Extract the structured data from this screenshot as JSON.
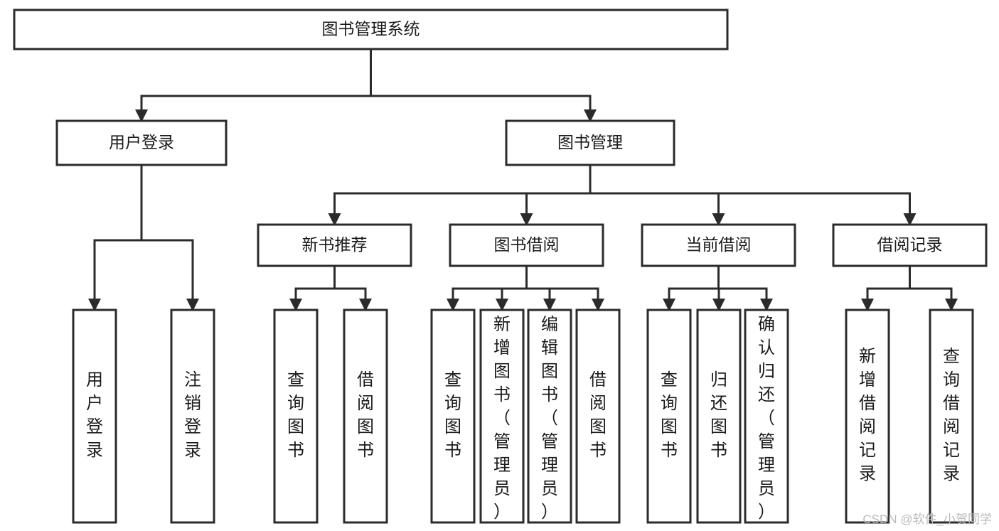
{
  "diagram": {
    "kind": "tree-hierarchy-chart",
    "title": "图书管理系统",
    "colors": {
      "stroke": "#2b2b2b",
      "box_fill": "#ffffff",
      "text": "#1a1a1a",
      "background": "#ffffff",
      "watermark": "#b9b9b9"
    },
    "levels": {
      "root": {
        "label": "图书管理系统"
      },
      "level2": [
        {
          "id": "user-login",
          "label": "用户登录"
        },
        {
          "id": "book-management",
          "label": "图书管理"
        }
      ],
      "level3": [
        {
          "id": "new-book-recommend",
          "label": "新书推荐",
          "parent": "book-management"
        },
        {
          "id": "book-borrow",
          "label": "图书借阅",
          "parent": "book-management"
        },
        {
          "id": "current-borrow",
          "label": "当前借阅",
          "parent": "book-management"
        },
        {
          "id": "borrow-record",
          "label": "借阅记录",
          "parent": "book-management"
        }
      ],
      "leaves": [
        {
          "id": "leaf-user-login",
          "label": "用户登录",
          "parent": "user-login"
        },
        {
          "id": "leaf-logout-login",
          "label": "注销登录",
          "parent": "user-login"
        },
        {
          "id": "leaf-query-book-1",
          "label": "查询图书",
          "parent": "new-book-recommend"
        },
        {
          "id": "leaf-borrow-book-1",
          "label": "借阅图书",
          "parent": "new-book-recommend"
        },
        {
          "id": "leaf-query-book-2",
          "label": "查询图书",
          "parent": "book-borrow"
        },
        {
          "id": "leaf-add-book",
          "label": "新增图书（管理员）",
          "parent": "book-borrow"
        },
        {
          "id": "leaf-edit-book",
          "label": "编辑图书（管理员）",
          "parent": "book-borrow"
        },
        {
          "id": "leaf-borrow-book-2",
          "label": "借阅图书",
          "parent": "book-borrow"
        },
        {
          "id": "leaf-query-book-3",
          "label": "查询图书",
          "parent": "current-borrow"
        },
        {
          "id": "leaf-return-book",
          "label": "归还图书",
          "parent": "current-borrow"
        },
        {
          "id": "leaf-confirm-return",
          "label": "确认归还（管理员）",
          "parent": "current-borrow"
        },
        {
          "id": "leaf-add-record",
          "label": "新增借阅记录",
          "parent": "borrow-record"
        },
        {
          "id": "leaf-query-record",
          "label": "查询借阅记录",
          "parent": "borrow-record"
        }
      ]
    }
  },
  "watermark": {
    "text": "CSDN @软件_小贺同学"
  }
}
